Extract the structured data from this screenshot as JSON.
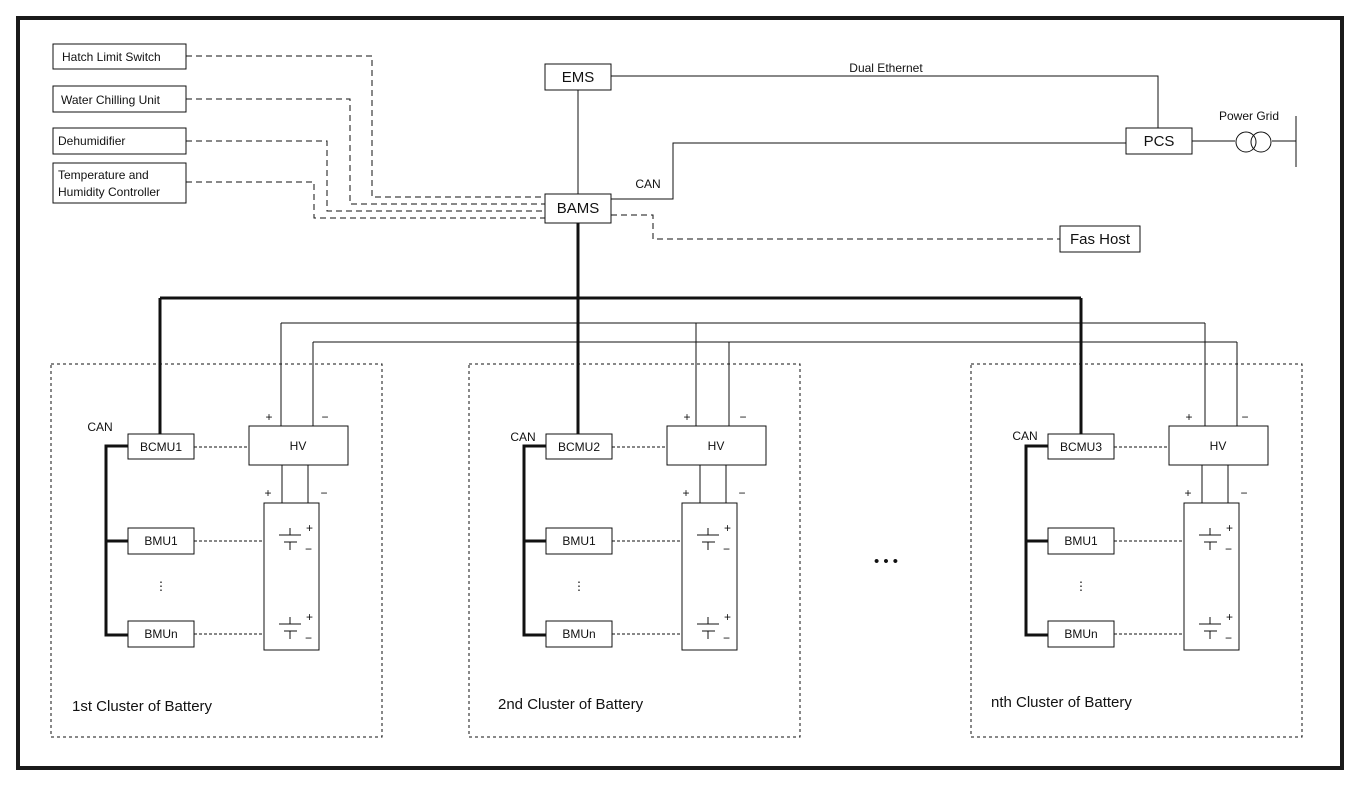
{
  "peripherals": {
    "hatch": "Hatch Limit Switch",
    "water": "Water Chilling Unit",
    "dehum": "Dehumidifier",
    "temp_line1": "Temperature and",
    "temp_line2": "Humidity Controller"
  },
  "top": {
    "ems": "EMS",
    "bams": "BAMS",
    "pcs": "PCS",
    "fas": "Fas Host",
    "dual_ethernet": "Dual Ethernet",
    "can": "CAN",
    "power_grid": "Power Grid"
  },
  "clusters": [
    {
      "title": "1st Cluster of Battery",
      "bcmu": "BCMU1",
      "hv": "HV",
      "bmu_first": "BMU1",
      "bmu_last": "BMUn",
      "can": "CAN"
    },
    {
      "title": "2nd Cluster of Battery",
      "bcmu": "BCMU2",
      "hv": "HV",
      "bmu_first": "BMU1",
      "bmu_last": "BMUn",
      "can": "CAN"
    },
    {
      "title": "nth Cluster of Battery",
      "bcmu": "BCMU3",
      "hv": "HV",
      "bmu_first": "BMU1",
      "bmu_last": "BMUn",
      "can": "CAN"
    }
  ],
  "symbols": {
    "plus": "+",
    "minus": "−",
    "vdots": "⋮",
    "ellipsis": "• • •"
  }
}
